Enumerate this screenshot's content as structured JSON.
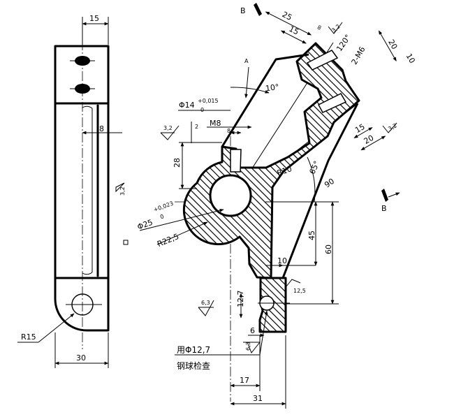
{
  "views": {
    "side": {
      "dims": {
        "top_width": "15",
        "slot": "8",
        "radius": "R15",
        "bottom_width": "30"
      }
    },
    "main": {
      "section_marks": {
        "top": "B",
        "right": "B"
      },
      "view_arrow": "A",
      "dims": {
        "d25": "25",
        "d15_top": "15",
        "d8_top": "8",
        "angle_120": "120°",
        "thread_upper": "2-M6",
        "d20_upper": "20",
        "d10_upper": "10",
        "angle_10": "10°",
        "bore14": "Φ14",
        "bore14_tol": "+0,015",
        "bore14_tol_low": "0",
        "d2": "2",
        "m8": "M8",
        "d8_mid": "8",
        "d28": "28",
        "r10": "R10",
        "angle_65": "65°",
        "d90": "90",
        "d15_right": "15",
        "d20_right": "20",
        "bore25": "Φ25",
        "bore25_tol": "+0,023",
        "bore25_tol_low": "0",
        "r22": "R22,5",
        "d45": "45",
        "d60": "60",
        "d10_low": "10",
        "d12_7": "12,7",
        "d6": "6",
        "d17": "17",
        "d31": "31"
      },
      "roughness": {
        "r1": "3,2",
        "r2": "6,3",
        "r3": "12,5",
        "r4": "6,3",
        "r5": "3,2",
        "r6": "3,2"
      },
      "note_line1": "用Φ12,7",
      "note_line2": "钢球检查"
    }
  }
}
